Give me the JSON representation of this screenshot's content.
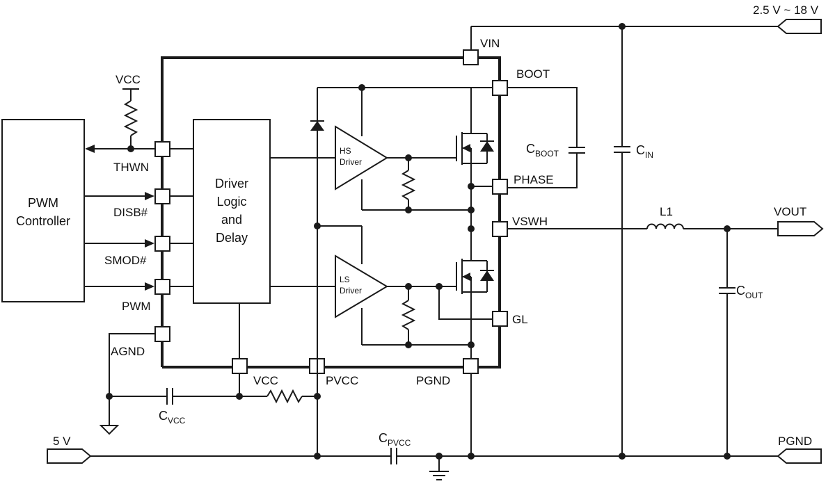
{
  "supply_range": "2.5 V ~ 18 V",
  "blocks": {
    "pwm_line1": "PWM",
    "pwm_line2": "Controller",
    "logic_line1": "Driver",
    "logic_line2": "Logic",
    "logic_line3": "and",
    "logic_line4": "Delay",
    "hs_line1": "HS",
    "hs_line2": "Driver",
    "ls_line1": "LS",
    "ls_line2": "Driver"
  },
  "pins": {
    "vin": "VIN",
    "boot": "BOOT",
    "phase": "PHASE",
    "vswh": "VSWH",
    "gl": "GL",
    "pgnd": "PGND",
    "pvcc": "PVCC",
    "vcc": "VCC",
    "thwn": "THWN",
    "disb": "DISB#",
    "smod": "SMOD#",
    "pwm": "PWM",
    "agnd": "AGND"
  },
  "components": {
    "vcc_pullup": "VCC",
    "cboot_main": "C",
    "cboot_sub": "BOOT",
    "cin_main": "C",
    "cin_sub": "IN",
    "l1": "L1",
    "cout_main": "C",
    "cout_sub": "OUT",
    "cvcc_main": "C",
    "cvcc_sub": "VCC",
    "cpvcc_main": "C",
    "cpvcc_sub": "PVCC"
  },
  "ports": {
    "vout": "VOUT",
    "five_v": "5 V",
    "pgnd": "PGND"
  }
}
